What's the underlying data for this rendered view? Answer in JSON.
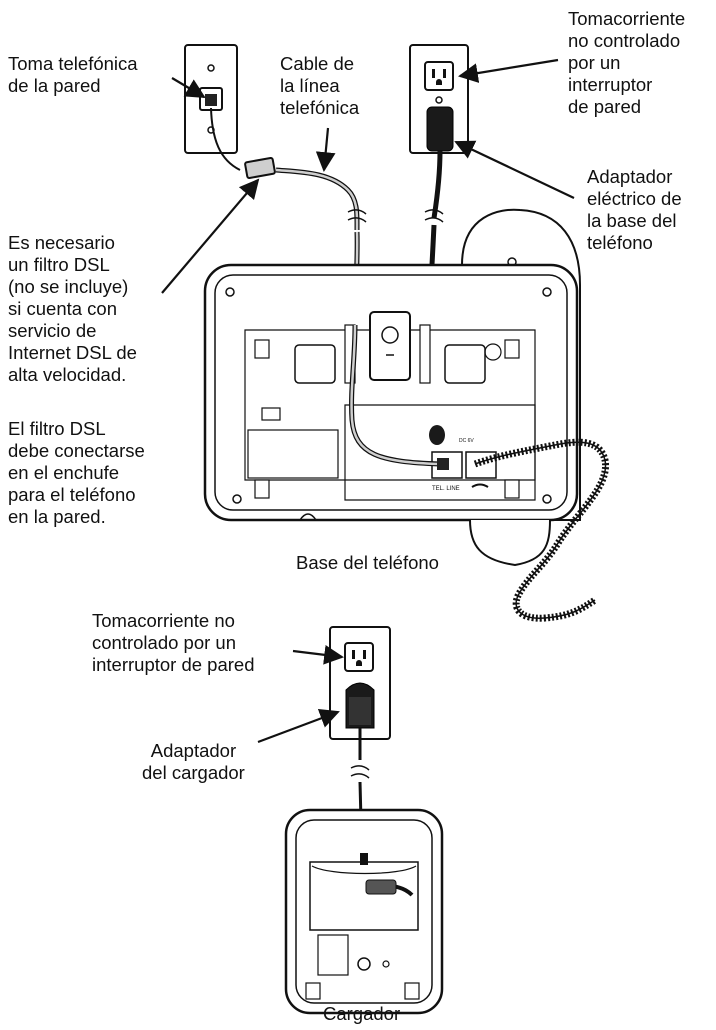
{
  "labels": {
    "wall_jack": [
      "Toma telefónica",
      "de la pared"
    ],
    "phone_line_cord": [
      "Cable de",
      "la línea",
      "telefónica"
    ],
    "outlet_top": [
      "Tomacorriente",
      "no controlado",
      "por un",
      "interruptor",
      "de pared"
    ],
    "base_adapter": [
      "Adaptador",
      "eléctrico de",
      "la base del",
      "teléfono"
    ],
    "dsl_filter": [
      "Es necesario",
      "un filtro DSL",
      "(no se incluye)",
      "si cuenta con",
      "servicio de",
      "Internet DSL de",
      "alta velocidad."
    ],
    "dsl_note": [
      "El filtro DSL",
      "debe conectarse",
      "en el enchufe",
      "para el teléfono",
      "en la pared."
    ],
    "base_caption": "Base del teléfono",
    "outlet_bottom": [
      "Tomacorriente no",
      "controlado por un",
      "interruptor de pared"
    ],
    "charger_adapter": [
      "Adaptador",
      "del cargador"
    ],
    "charger_caption": "Cargador"
  },
  "port_labels": {
    "tel_line": "TEL. LINE",
    "dc": "DC 6V"
  }
}
